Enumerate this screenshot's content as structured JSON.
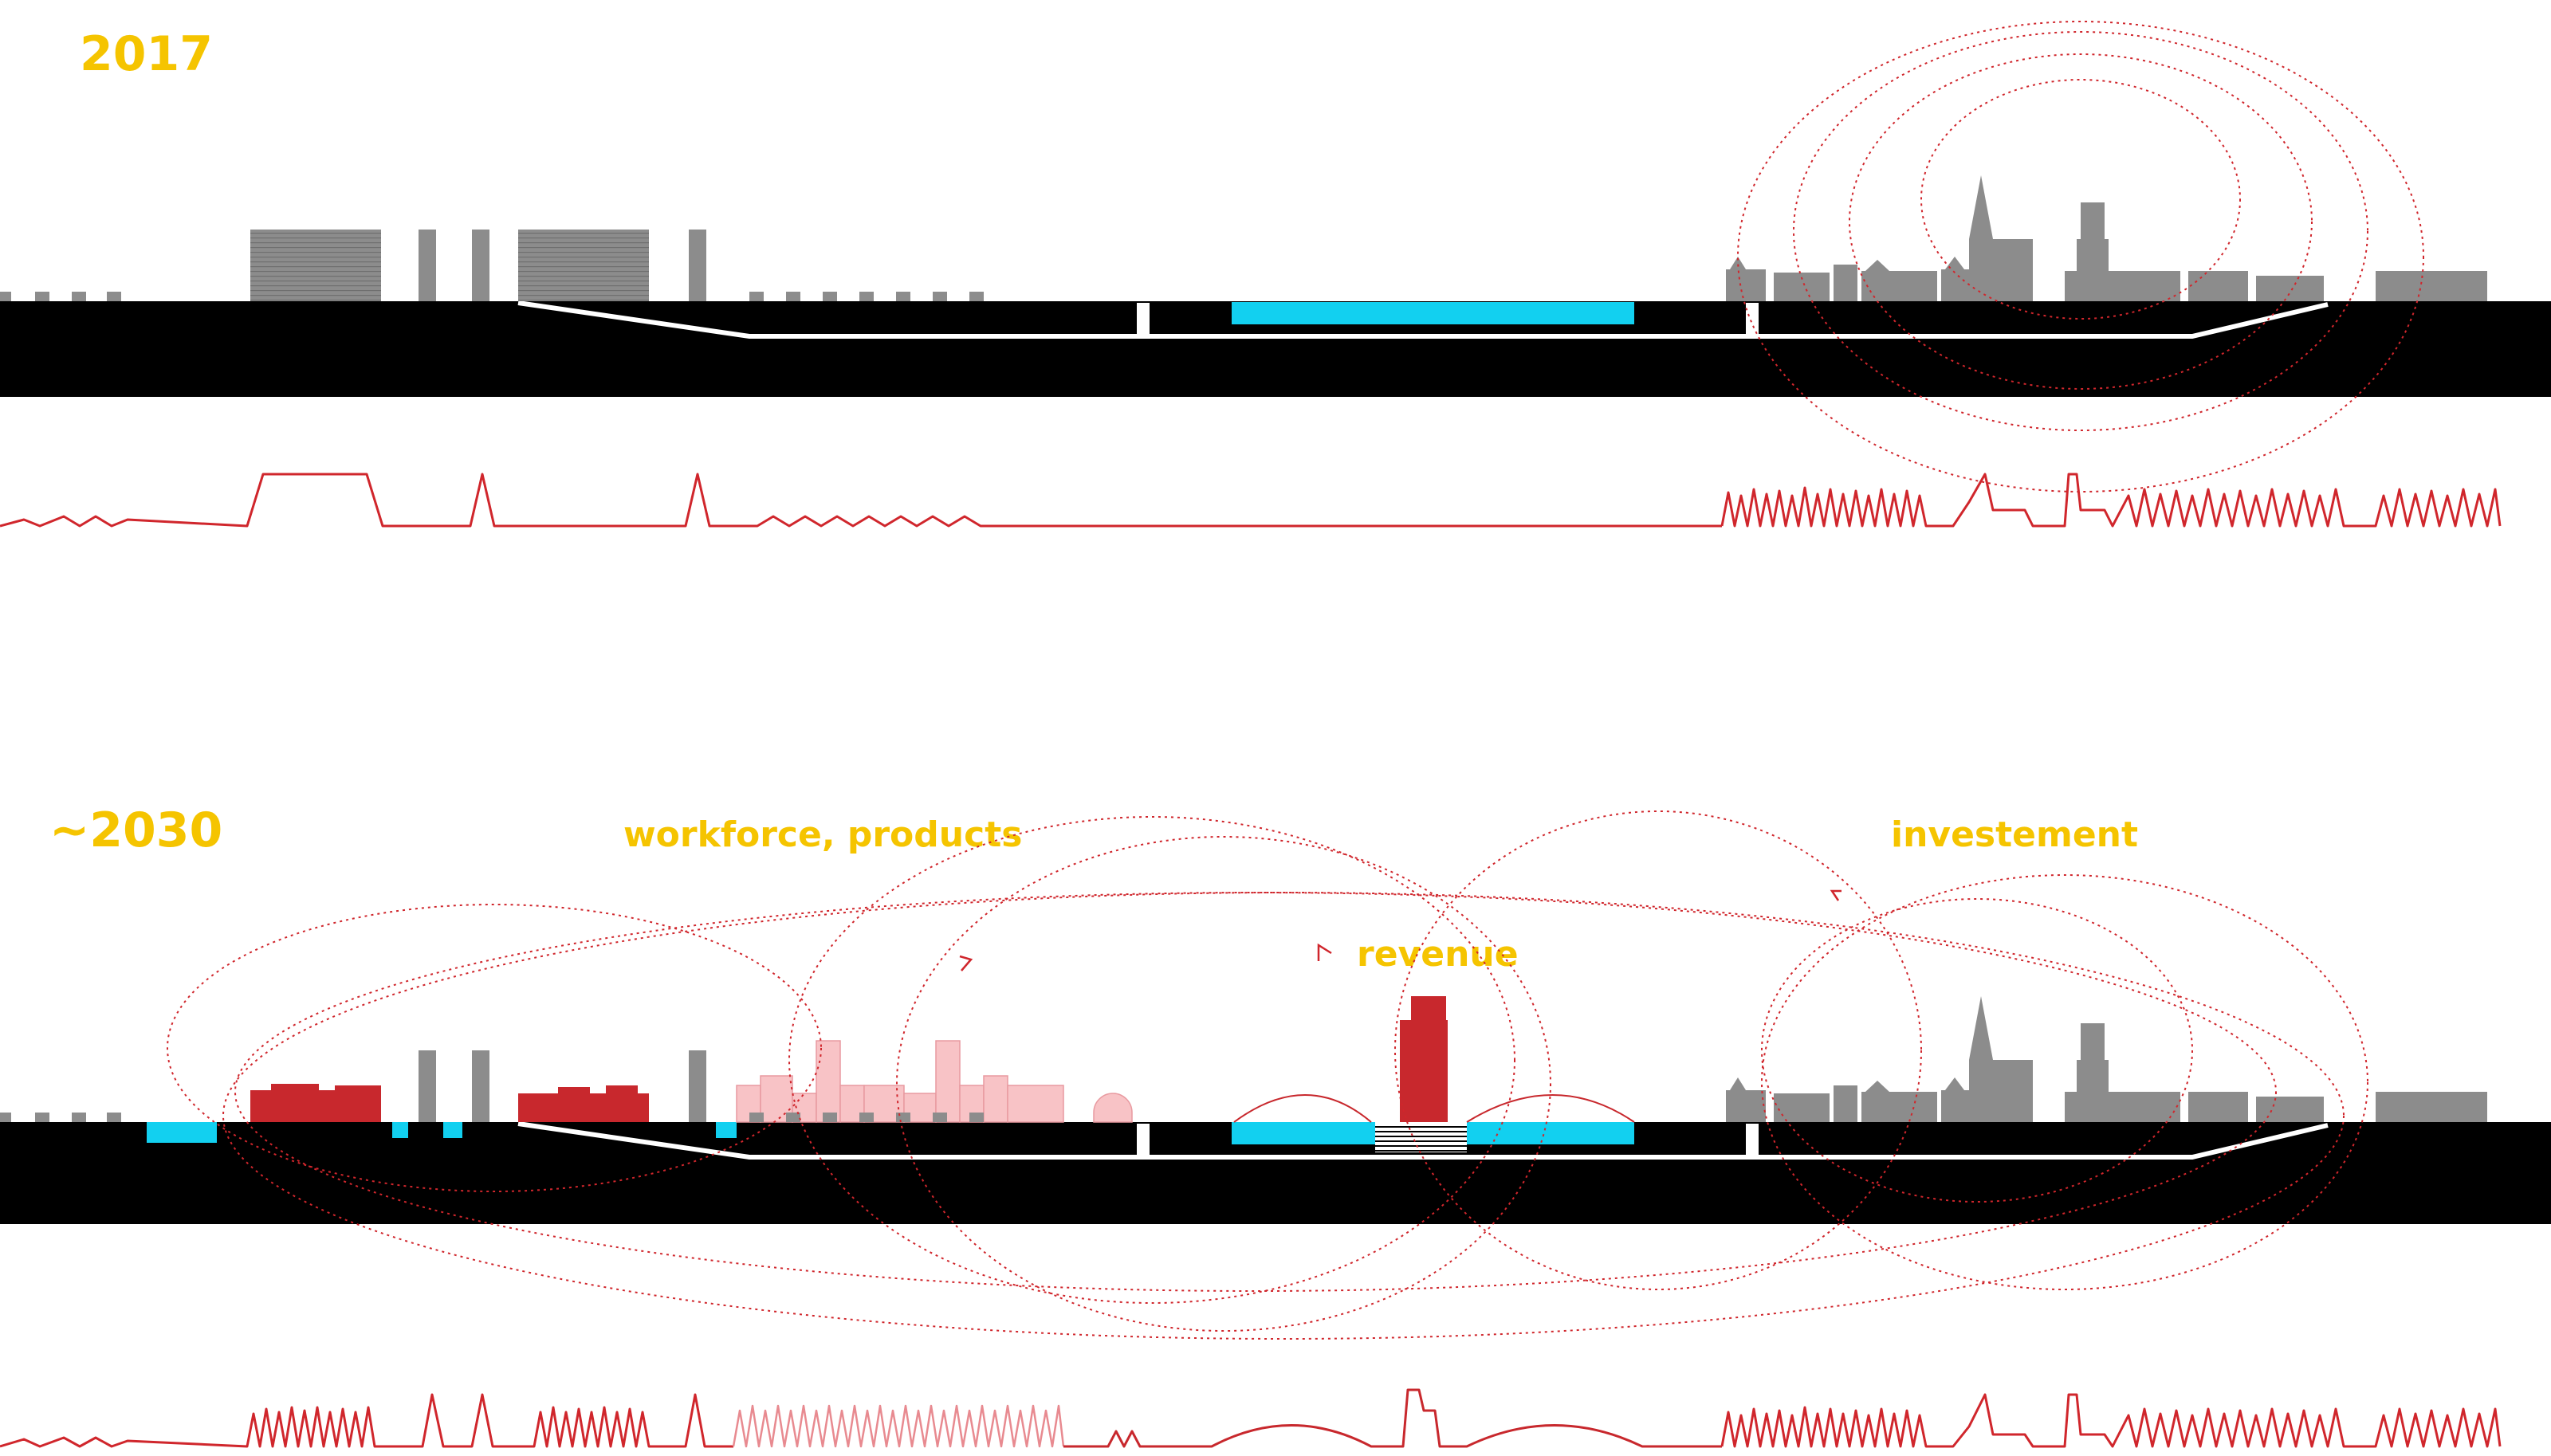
{
  "years": {
    "first": "2017",
    "second": "~2030"
  },
  "flows": {
    "workforce": "workforce, products",
    "investment": "investement",
    "revenue": "revenue"
  },
  "colors": {
    "label": "#f5c400",
    "ground": "#000000",
    "water": "#12d0f0",
    "existing_building": "#8c8c8c",
    "new_building": "#c8282d",
    "planned_building": "#f8c3c6",
    "signal": "#d0262c"
  }
}
